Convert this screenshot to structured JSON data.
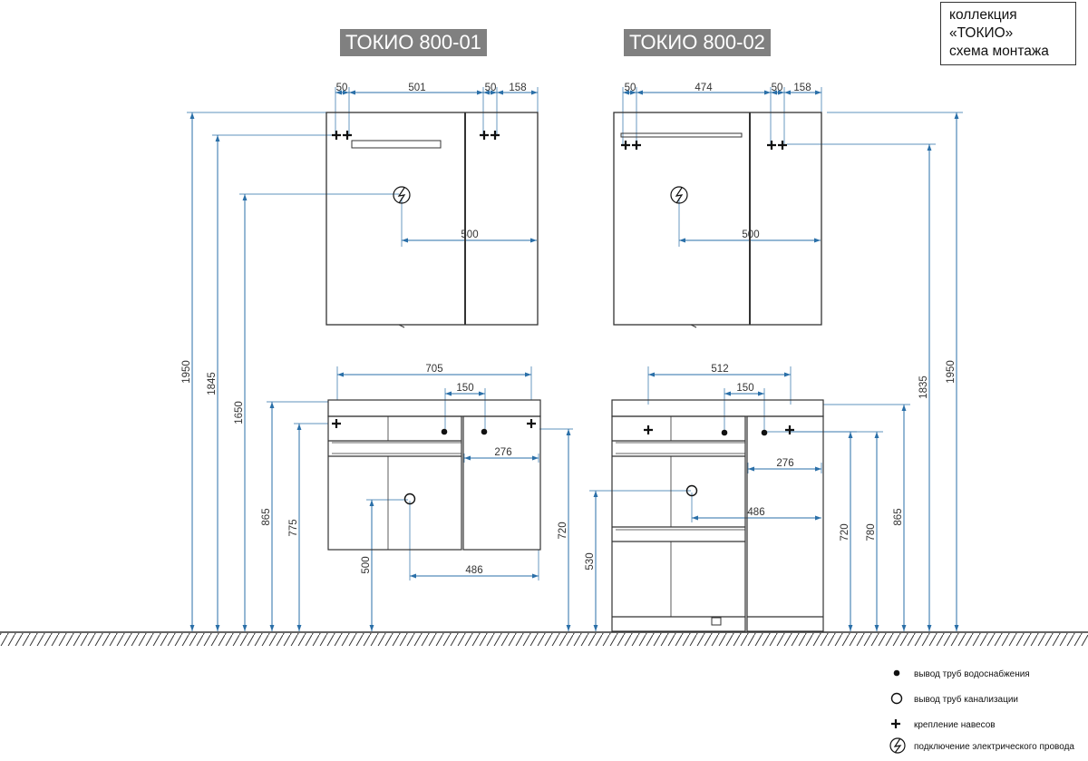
{
  "title_box": {
    "line1": "коллекция",
    "line2": "«ТОКИО»",
    "line3": "схема монтажа"
  },
  "models": {
    "left": "ТОКИО 800-01",
    "right": "ТОКИО 800-02"
  },
  "dims": {
    "l_top_50a": "50",
    "l_top_501": "501",
    "l_top_50b": "50",
    "l_top_158": "158",
    "r_top_50a": "50",
    "r_top_474": "474",
    "r_top_50b": "50",
    "r_top_158": "158",
    "l_500_mirror": "500",
    "r_500_mirror": "500",
    "l_705": "705",
    "l_150": "150",
    "l_276": "276",
    "l_486": "486",
    "r_512": "512",
    "r_150": "150",
    "r_276": "276",
    "r_486": "486",
    "l_1950": "1950",
    "l_1845": "1845",
    "l_1650": "1650",
    "l_865": "865",
    "l_775": "775",
    "l_500_v": "500",
    "l_720": "720",
    "r_530": "530",
    "r_720": "720",
    "r_780": "780",
    "r_865": "865",
    "r_1835": "1835",
    "r_1950": "1950"
  },
  "legend": {
    "water": "вывод труб водоснабжения",
    "sewer": "вывод труб канализации",
    "mount": "крепление навесов",
    "power": "подключение электрического провода"
  },
  "colors": {
    "dimension": "#2a6fa8",
    "outline": "#333333",
    "label_bg": "#808080"
  }
}
